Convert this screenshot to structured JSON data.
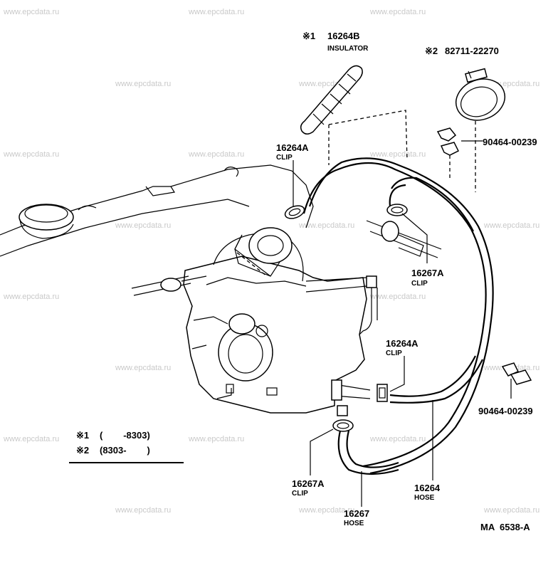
{
  "watermark": "www.epcdata.ru",
  "parts": {
    "insulator": {
      "mark": "※1",
      "number": "16264B",
      "name": "INSULATOR"
    },
    "band": {
      "mark": "※2",
      "number": "82711-22270"
    },
    "clip_top_right": {
      "number": "90464-00239"
    },
    "clip_top_left": {
      "number": "16264A",
      "name": "CLIP"
    },
    "clip_mid": {
      "number": "16267A",
      "name": "CLIP"
    },
    "clip_center": {
      "number": "16264A",
      "name": "CLIP"
    },
    "clip_lower_right": {
      "number": "90464-00239"
    },
    "clip_bottom": {
      "number": "16267A",
      "name": "CLIP"
    },
    "hose_main": {
      "number": "16264",
      "name": "HOSE"
    },
    "hose_bottom": {
      "number": "16267",
      "name": "HOSE"
    }
  },
  "legend": {
    "row1": {
      "mark": "※1",
      "text": "(        -8303)"
    },
    "row2": {
      "mark": "※2",
      "text": "(8303-        )"
    }
  },
  "figure_code": "MA  6538-A"
}
